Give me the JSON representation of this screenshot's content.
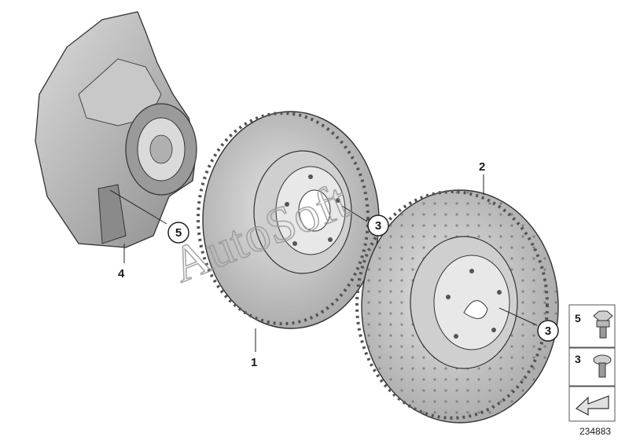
{
  "callouts": {
    "disc_front": "1",
    "disc_rear": "2",
    "screw_front": "3",
    "screw_rear": "3",
    "shield": "4",
    "shield_screw": "5"
  },
  "legend": {
    "item_a": "5",
    "item_b": "3"
  },
  "document_number": "234883",
  "watermark": "AutoSoft",
  "colors": {
    "metal_light": "#d9d9d9",
    "metal_mid": "#b4b4b4",
    "metal_dark": "#7a7a7a",
    "outline": "#333333"
  }
}
